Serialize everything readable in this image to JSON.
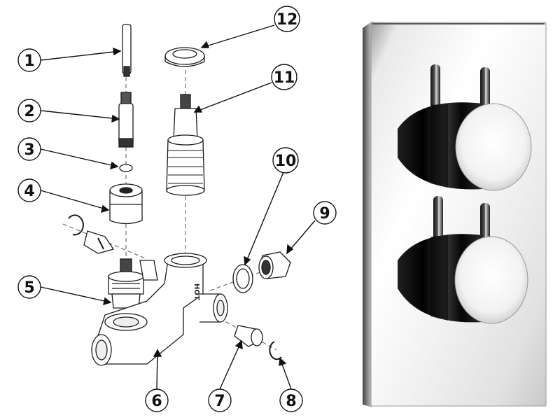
{
  "callouts": [
    {
      "number": "1",
      "part": "spindle-extension"
    },
    {
      "number": "2",
      "part": "spindle-adaptor"
    },
    {
      "number": "3",
      "part": "o-ring-washer"
    },
    {
      "number": "4",
      "part": "flow-cartridge-shroud"
    },
    {
      "number": "5",
      "part": "flow-control-cartridge"
    },
    {
      "number": "6",
      "part": "valve-body"
    },
    {
      "number": "7",
      "part": "check-valve-filter"
    },
    {
      "number": "8",
      "part": "circlip"
    },
    {
      "number": "9",
      "part": "inlet-connector"
    },
    {
      "number": "10",
      "part": "inlet-washer"
    },
    {
      "number": "11",
      "part": "thermostatic-cartridge"
    },
    {
      "number": "12",
      "part": "cartridge-retaining-nut"
    }
  ],
  "body_marking": "HOT",
  "colors": {
    "line": "#1a1a1a",
    "chrome_light": "#f4f4f4",
    "chrome_dark": "#0d0d0d",
    "plate_edge": "#b9b9b9"
  }
}
